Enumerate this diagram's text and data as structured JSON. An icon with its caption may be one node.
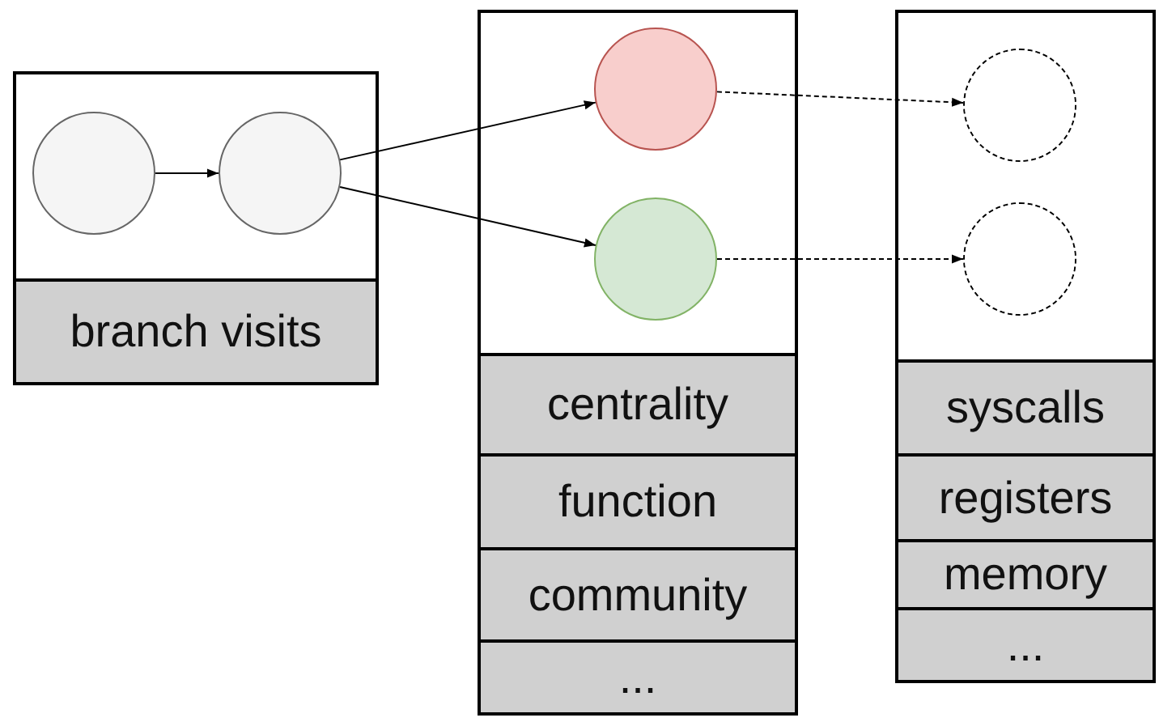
{
  "diagram": {
    "nodes": [
      {
        "text": [],
        "shape": "box"
      },
      {
        "text": [],
        "shape": "circle",
        "in": 0
      },
      {
        "text": [],
        "shape": "circle",
        "in": 0
      },
      {
        "text": [
          "branch visits"
        ],
        "in": 0
      },
      {
        "text": [],
        "shape": "box"
      },
      {
        "text": [],
        "shape": "circle",
        "in": 4
      },
      {
        "text": [],
        "shape": "circle",
        "in": 4
      },
      {
        "text": [
          "centrality"
        ],
        "in": 4
      },
      {
        "text": [
          "function"
        ],
        "in": 4
      },
      {
        "text": [
          "community"
        ],
        "in": 4
      },
      {
        "text": [
          "..."
        ],
        "in": 4
      },
      {
        "text": [],
        "shape": "box"
      },
      {
        "text": [],
        "shape": "circle",
        "in": 11
      },
      {
        "text": [],
        "shape": "circle",
        "in": 11
      },
      {
        "text": [
          "syscalls"
        ],
        "in": 11
      },
      {
        "text": [
          "registers"
        ],
        "in": 11
      },
      {
        "text": [
          "memory"
        ],
        "in": 11
      },
      {
        "text": [
          "..."
        ],
        "in": 11
      }
    ],
    "edges": [
      {
        "from": 1,
        "to": 2,
        "arrow": "to"
      },
      {
        "from": 2,
        "to": 5,
        "arrow": "to"
      },
      {
        "from": 2,
        "to": 6,
        "arrow": "to"
      },
      {
        "from": 5,
        "to": 12,
        "arrow": "to",
        "style": "dashed"
      },
      {
        "from": 6,
        "to": 13,
        "arrow": "to",
        "style": "dashed"
      }
    ]
  }
}
